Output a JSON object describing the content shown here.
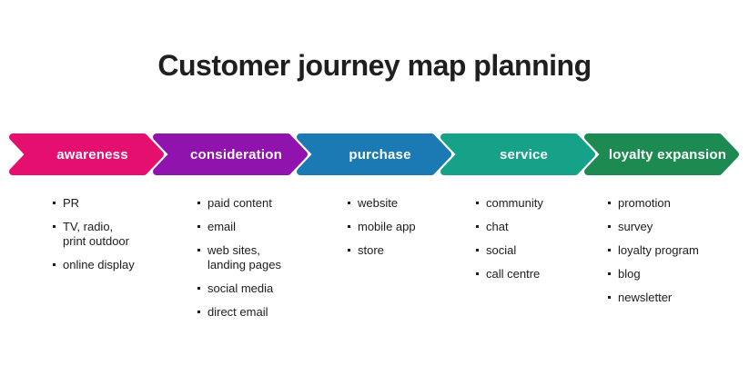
{
  "title": "Customer journey map planning",
  "colors": {
    "background": "#ffffff",
    "title_text": "#1f1f1f",
    "list_text": "#1c1c1c",
    "stage_label_text": "#ffffff"
  },
  "stages": [
    {
      "label": "awareness",
      "color": "#e40f6f",
      "items": [
        [
          "PR"
        ],
        [
          "TV, radio,",
          "print outdoor"
        ],
        [
          "online display"
        ]
      ]
    },
    {
      "label": "consideration",
      "color": "#9013ae",
      "items": [
        [
          "paid content"
        ],
        [
          "email"
        ],
        [
          "web sites,",
          "landing pages"
        ],
        [
          "social media"
        ],
        [
          "direct email"
        ]
      ]
    },
    {
      "label": "purchase",
      "color": "#1b7ab3",
      "items": [
        [
          "website"
        ],
        [
          "mobile app"
        ],
        [
          "store"
        ]
      ]
    },
    {
      "label": "service",
      "color": "#16a189",
      "items": [
        [
          "community"
        ],
        [
          "chat"
        ],
        [
          "social"
        ],
        [
          "call centre"
        ]
      ]
    },
    {
      "label": "loyalty expansion",
      "color": "#1d8b51",
      "items": [
        [
          "promotion"
        ],
        [
          "survey"
        ],
        [
          "loyalty program"
        ],
        [
          "blog"
        ],
        [
          "newsletter"
        ]
      ]
    }
  ]
}
